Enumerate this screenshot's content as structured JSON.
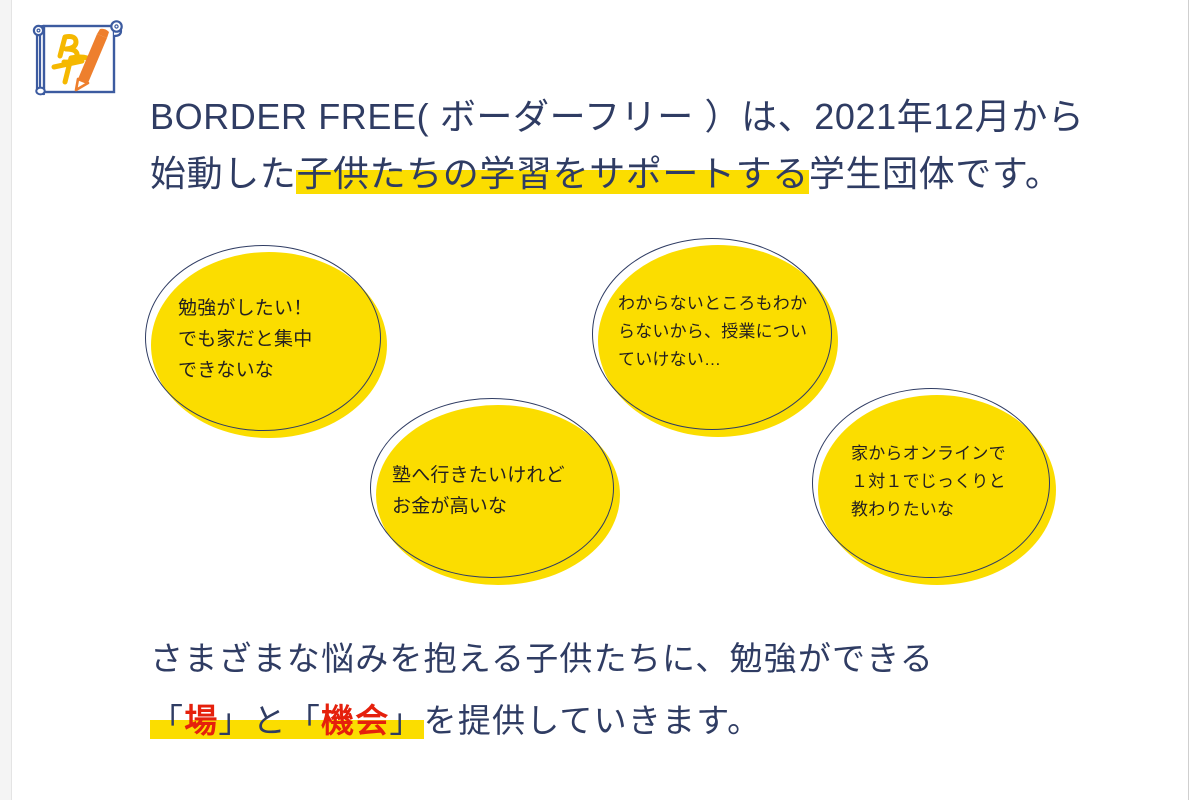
{
  "colors": {
    "navy": "#2f3c63",
    "yellow": "#fbdd00",
    "red": "#e5200c",
    "logo_yellow": "#f5b800",
    "logo_orange": "#ee7f2d",
    "background": "#ffffff",
    "bubble_text": "#231f20"
  },
  "logo": {
    "name": "border-free-logo",
    "monogram": "BF",
    "elements": [
      "scroll-banner",
      "pencil"
    ]
  },
  "heading": {
    "line1_pre": "BORDER FREE(",
    "line1_mid": " ボーダーフリー ",
    "line1_post": " ）は、2021年12月から",
    "line1_full": "BORDER FREE( ボーダーフリー ）は、2021年12月から",
    "line2_pre": "始動した",
    "line2_highlight": "子供たちの学習をサポートする",
    "line2_post": "学生団体です。",
    "line2_full": "始動した子供たちの学習をサポートする学生団体です。"
  },
  "bubbles": [
    {
      "id": "bubble-study-at-home",
      "lines": [
        "勉強がしたい！",
        "でも家だと集中",
        "できないな"
      ],
      "text": "勉強がしたい！\nでも家だと集中\nできないな"
    },
    {
      "id": "bubble-cannot-follow-class",
      "lines": [
        "わからないところもわか",
        "らないから、授業につい",
        "ていけない…"
      ],
      "text": "わからないところもわか\nらないから、授業につい\nていけない…"
    },
    {
      "id": "bubble-cram-school-expensive",
      "lines": [
        "塾へ行きたいけれど",
        "お金が高いな"
      ],
      "text": "塾へ行きたいけれど\nお金が高いな"
    },
    {
      "id": "bubble-online-one-on-one",
      "lines": [
        "家からオンラインで",
        "１対１でじっくりと",
        "教わりたいな"
      ],
      "text": "家からオンラインで\n１対１でじっくりと\n教わりたいな"
    }
  ],
  "footer": {
    "line1": "さまざまな悩みを抱える子供たちに、勉強ができる",
    "line2_bracket_open_1": "「",
    "line2_keyword_1": "場",
    "line2_bracket_close_1": "」",
    "line2_conj": "と",
    "line2_bracket_open_2": "「",
    "line2_keyword_2": "機会",
    "line2_bracket_close_2": "」",
    "line2_tail": "を提供していきます。",
    "line2_full": "「場」と「機会」を提供していきます。"
  }
}
